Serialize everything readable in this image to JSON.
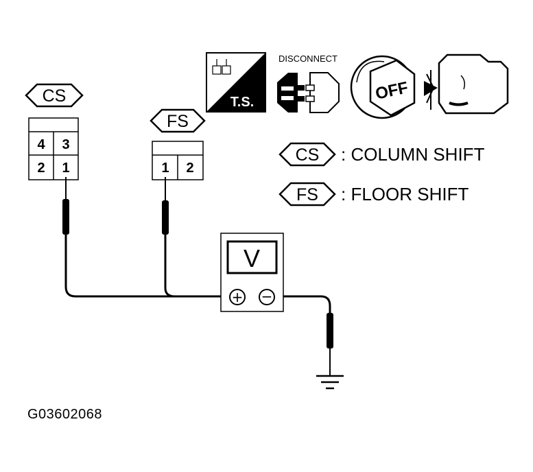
{
  "connectors": {
    "cs": {
      "label": "CS",
      "pins_top": [
        "4",
        "3"
      ],
      "pins_bottom": [
        "2",
        "1"
      ]
    },
    "fs": {
      "label": "FS",
      "pins": [
        "1",
        "2"
      ]
    }
  },
  "legend": {
    "items": [
      {
        "symbol": "CS",
        "text": ": COLUMN SHIFT"
      },
      {
        "symbol": "FS",
        "text": ": FLOOR SHIFT"
      }
    ]
  },
  "header_icons": {
    "ts_label": "T.S.",
    "disconnect_label": "DISCONNECT",
    "key_label": "OFF",
    "icon_names": [
      "ts-icon",
      "disconnect-icon",
      "ignition-off-icon",
      "engine-icon"
    ]
  },
  "meter": {
    "display": "V",
    "plus": "+",
    "minus": "−"
  },
  "figure_id": "G03602068"
}
